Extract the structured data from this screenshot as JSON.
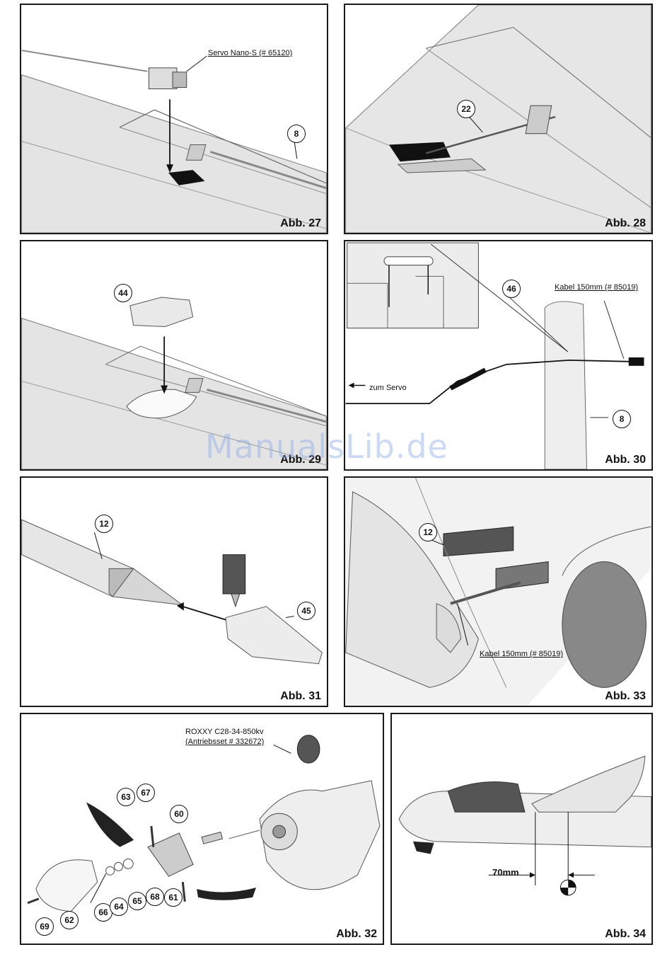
{
  "watermark": "ManualsLib.de",
  "figures": {
    "abb27": {
      "label": "Abb. 27",
      "servo": "Servo Nano-S (# 65120)",
      "c1": "8"
    },
    "abb28": {
      "label": "Abb. 28",
      "c1": "22"
    },
    "abb29": {
      "label": "Abb. 29",
      "c1": "44"
    },
    "abb30": {
      "label": "Abb. 30",
      "cable": "Kabel 150mm (# 85019)",
      "servo": "zum Servo",
      "c1": "46",
      "c2": "8"
    },
    "abb31": {
      "label": "Abb. 31",
      "c1": "12",
      "c2": "45"
    },
    "abb33": {
      "label": "Abb. 33",
      "cable": "Kabel 150mm (# 85019)",
      "c1": "12"
    },
    "abb32": {
      "label": "Abb. 32",
      "motor1": "ROXXY C28-34-850kv",
      "motor2": "(Antriebsset # 332672)",
      "c63": "63",
      "c67": "67",
      "c60": "60",
      "c66": "66",
      "c64": "64",
      "c65": "65",
      "c68": "68",
      "c61": "61",
      "c69": "69",
      "c62": "62"
    },
    "abb34": {
      "label": "Abb. 34",
      "dim": "70mm"
    }
  }
}
